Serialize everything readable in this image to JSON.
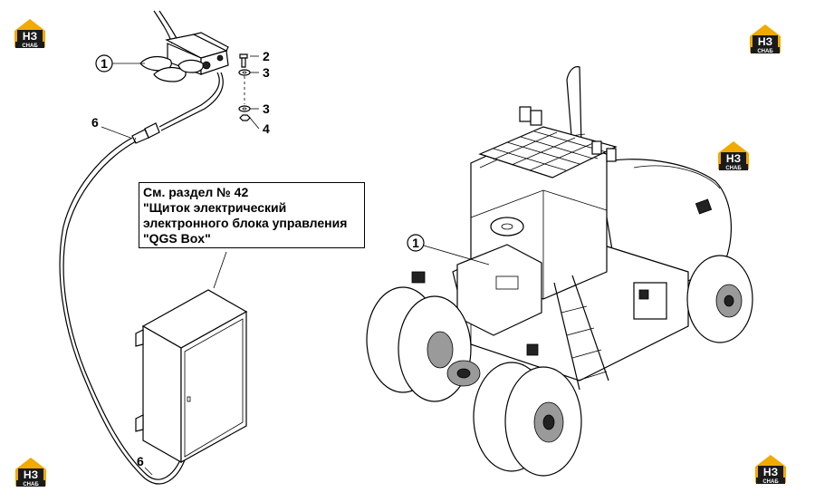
{
  "logo": {
    "mark_text": "НЗ",
    "sub_text": "СНАБ",
    "colors": {
      "house": "#f2a900",
      "bar": "#1a1a1a",
      "mark_text": "#ffffff"
    }
  },
  "callouts": {
    "c1_left": "1",
    "c2": "2",
    "c3_top": "3",
    "c3_bottom": "3",
    "c4": "4",
    "c6_top": "6",
    "c6_bottom": "6",
    "c1_right": "1"
  },
  "note": {
    "line1": "См. раздел № 42",
    "line2": "\"Щиток электрический",
    "line3": "электронного блока управления",
    "line4": " \"QGS Box\""
  }
}
